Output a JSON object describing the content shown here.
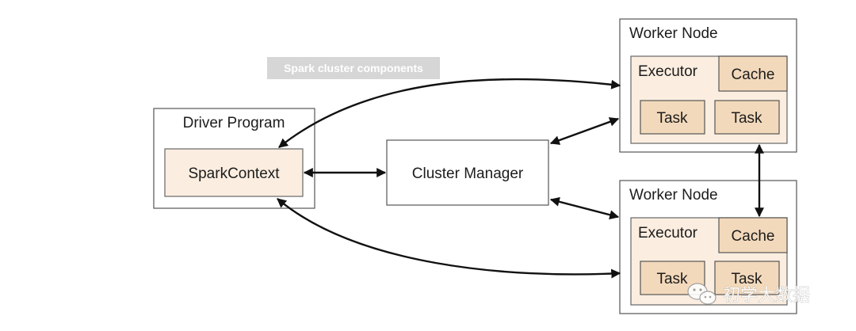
{
  "caption": "Spark cluster components",
  "driver": {
    "title": "Driver Program",
    "context": "SparkContext"
  },
  "cluster_manager": {
    "label": "Cluster Manager"
  },
  "workers": [
    {
      "title": "Worker Node",
      "executor": "Executor",
      "cache": "Cache",
      "tasks": [
        "Task",
        "Task"
      ]
    },
    {
      "title": "Worker Node",
      "executor": "Executor",
      "cache": "Cache",
      "tasks": [
        "Task",
        "Task"
      ]
    }
  ],
  "watermark": {
    "text": "初学大数据",
    "icon": "wechat-icon"
  }
}
